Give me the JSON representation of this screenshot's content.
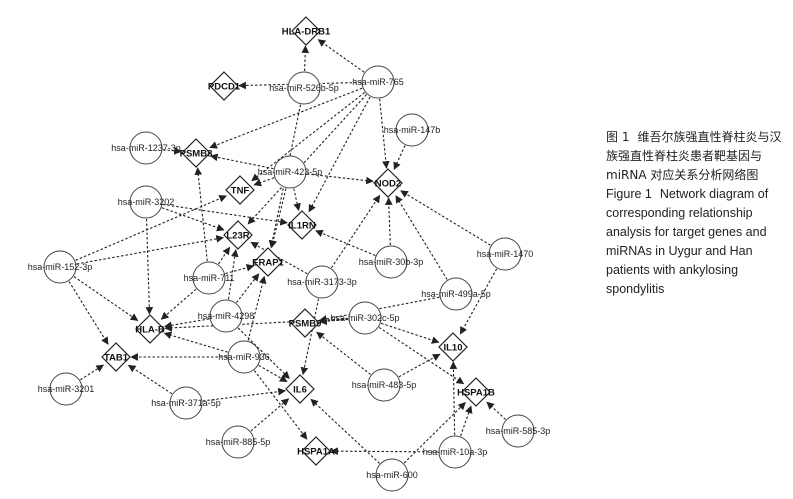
{
  "diagram": {
    "genes": [
      "HLA-DRB1",
      "PDCD1",
      "PSMB8",
      "TNF",
      "NOD2",
      "IL1RN",
      "L23R",
      "ERAP1",
      "PSMB9",
      "HLA-B",
      "TAB1",
      "IL10",
      "IL6",
      "HSPA1B",
      "HSPA1A"
    ],
    "mirnas": [
      "hsa-miR-765",
      "hsa-miR-526b-5p",
      "hsa-miR-147b",
      "hsa-miR-1237-3p",
      "hsa-miR-423-5p",
      "hsa-miR-3202",
      "hsa-miR-152-3p",
      "hsa-miR-711",
      "hsa-miR-30b-3p",
      "hsa-miR-1470",
      "hsa-miR-3173-3p",
      "hsa-miR-499a-5p",
      "hsa-miR-4298",
      "hsa-miR-302c-5p",
      "hsa-miR-936",
      "hsa-miR-483-5p",
      "hsa-miR-3201",
      "hsa-miR-371a-5p",
      "hsa-miR-885-5p",
      "hsa-miR-585-3p",
      "hsa-miR-10a-3p",
      "hsa-miR-600"
    ]
  },
  "caption": {
    "cn_title": "图 1",
    "cn_text": "维吾尔族强直性脊柱炎与汉族强直性脊柱炎患者靶基因与 miRNA 对应关系分析网络图",
    "en_title": "Figure 1",
    "en_text": "Network diagram of corresponding relationship analysis for target genes and miRNAs in Uygur and Han patients with ankylosing spondylitis"
  }
}
